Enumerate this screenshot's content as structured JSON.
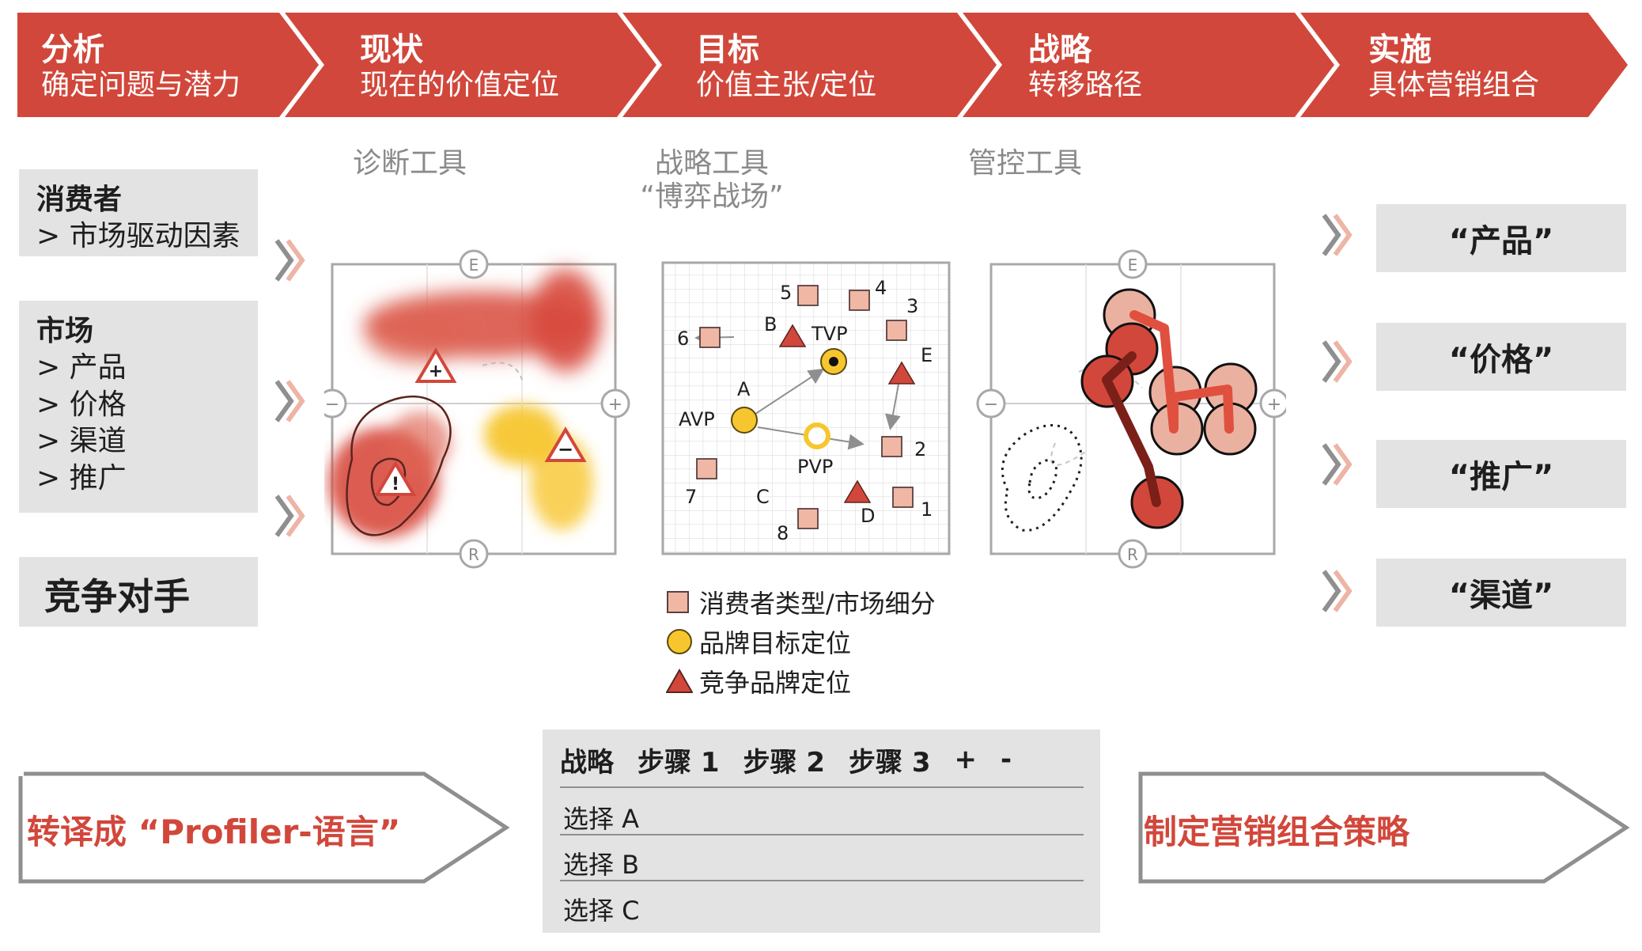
{
  "process_steps": [
    {
      "title": "分析",
      "subtitle": "确定问题与潜力"
    },
    {
      "title": "现状",
      "subtitle": "现在的价值定位"
    },
    {
      "title": "目标",
      "subtitle": "价值主张/定位"
    },
    {
      "title": "战略",
      "subtitle": "转移路径"
    },
    {
      "title": "实施",
      "subtitle": "具体营销组合"
    }
  ],
  "tool_labels": {
    "diagnosis": "诊断工具",
    "strategy_line1": "战略工具",
    "strategy_line2": "“博弈战场”",
    "control": "管控工具"
  },
  "left_boxes": {
    "consumer": {
      "title": "消费者",
      "items": [
        "> 市场驱动因素"
      ]
    },
    "market": {
      "title": "市场",
      "items": [
        "> 产品",
        "> 价格",
        "> 渠道",
        "> 推广"
      ]
    },
    "competitor": {
      "title": "竞争对手"
    }
  },
  "right_boxes": [
    "“产品”",
    "“价格”",
    "“推广”",
    "“渠道”"
  ],
  "map_axis_labels": {
    "top": "E",
    "bottom": "R",
    "left": "−",
    "right": "+"
  },
  "diagnosis_map": {
    "markers": [
      "+",
      "!",
      "−"
    ]
  },
  "strategy_map": {
    "segment_numbers": [
      "1",
      "2",
      "3",
      "4",
      "5",
      "6",
      "7",
      "8"
    ],
    "competitor_labels": [
      "A",
      "B",
      "C",
      "D",
      "E"
    ],
    "brand_labels": [
      "AVP",
      "TVP",
      "PVP"
    ]
  },
  "legend": [
    {
      "shape": "square",
      "label": "消费者类型/市场细分"
    },
    {
      "shape": "circle",
      "label": "品牌目标定位"
    },
    {
      "shape": "triangle",
      "label": "竞争品牌定位"
    }
  ],
  "bottom": {
    "left_arrow_text": "转译成 “Profiler-语言”",
    "right_arrow_text": "制定营销组合策略",
    "table": {
      "header": [
        "战略",
        "步骤 1",
        "步骤 2",
        "步骤 3",
        "+",
        "-"
      ],
      "rows": [
        "选择 A",
        "选择 B",
        "选择 C"
      ]
    }
  },
  "colors": {
    "accent_red": "#d2473b",
    "dark_red": "#8c2a22",
    "salmon": "#f0b7a5",
    "yellow": "#f7c62f",
    "gray_box": "#e3e3e3",
    "gray_text": "#8a8a8a"
  }
}
